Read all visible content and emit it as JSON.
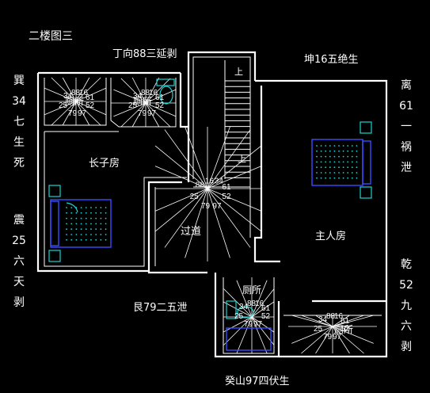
{
  "title": "二楼图三",
  "directions": {
    "top_left": "丁向88三延剥",
    "top_right": "坤16五绝生",
    "bottom_left": "艮79二五泄",
    "bottom_right": "癸山97四伏生",
    "left_top": [
      "巽",
      "34",
      "七",
      "生",
      "死"
    ],
    "left_bottom": [
      "震",
      "25",
      "六",
      "天",
      "剥"
    ],
    "right_top": [
      "离",
      "61",
      "一",
      "祸",
      "泄"
    ],
    "right_bottom": [
      "乾",
      "52",
      "九",
      "六",
      "剥"
    ]
  },
  "rooms": {
    "eldest_son": "长子房",
    "master": "主人房",
    "corridor": "过道",
    "stair_up_1": "上",
    "stair_up_2": "上",
    "bath_1": "厕所",
    "bath_2": "厕所",
    "bath_3": "厕所",
    "bath_4": "厕所"
  },
  "compass": {
    "center": [
      "88",
      "16",
      "34",
      "61",
      "25",
      "52",
      "79",
      "97"
    ],
    "bath_nw": [
      "34",
      "88",
      "16",
      "61",
      "25",
      "52",
      "79",
      "97"
    ],
    "bath_n": [
      "34",
      "88",
      "16",
      "61",
      "25",
      "52",
      "79",
      "97"
    ],
    "bath_s": [
      "34",
      "88",
      "16",
      "61",
      "25",
      "52",
      "79",
      "97"
    ],
    "bath_se": [
      "34",
      "88",
      "16",
      "61",
      "25",
      "52",
      "79",
      "97"
    ]
  },
  "colors": {
    "background": "#000000",
    "wall": "#ffffff",
    "bed": "#3b4cff",
    "fixture": "#19d3d3"
  }
}
